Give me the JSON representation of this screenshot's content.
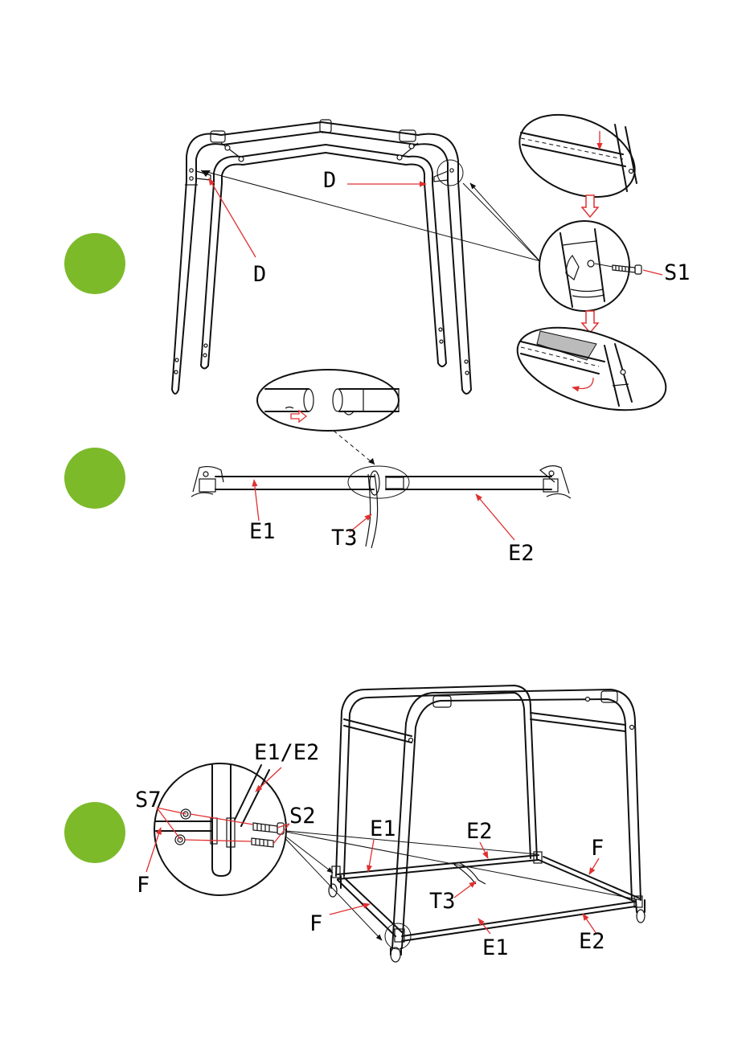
{
  "colors": {
    "step_badge": "#7cba2a",
    "leader": "#e03030",
    "line": "#111111"
  },
  "steps": [
    {
      "badge": "step-badge-1"
    },
    {
      "badge": "step-badge-2"
    },
    {
      "badge": "step-badge-3"
    }
  ],
  "labels": {
    "d_right": "D",
    "d_left": "D",
    "s1": "S1",
    "e1_step2": "E1",
    "t3_step2": "T3",
    "e2_step2": "E2",
    "e1e2_detail": "E1/E2",
    "s7": "S7",
    "s2": "S2",
    "f_detail": "F",
    "e1_back": "E1",
    "e2_back": "E2",
    "f_right": "F",
    "t3_step3": "T3",
    "f_front": "F",
    "e1_front": "E1",
    "e2_front": "E2"
  }
}
